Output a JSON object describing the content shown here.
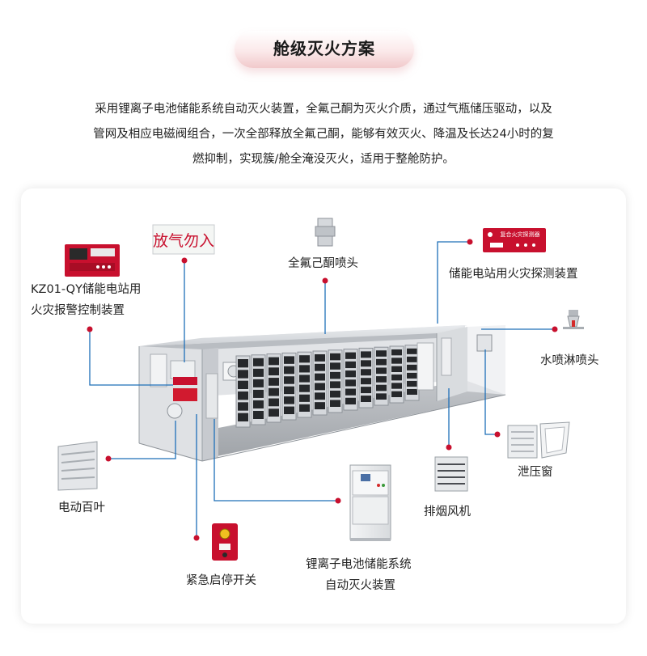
{
  "header": {
    "title": "舱级灭火方案"
  },
  "intro": {
    "lines": [
      "采用锂离子电池储能系统自动灭火装置，全氟己酮为灭火介质，通过气瓶储压驱动，以及",
      "管网及相应电磁阀组合，一次全部释放全氟己酮，能够有效灭火、降温及长达24小时的复",
      "燃抑制，实现簇/舱全淹没灭火，适用于整舱防护。"
    ]
  },
  "sign": {
    "text": "放气勿入"
  },
  "components": {
    "controller": {
      "line1": "KZ01-QY储能电站用",
      "line2": "火灾报警控制装置"
    },
    "nozzle": {
      "label": "全氟己酮喷头"
    },
    "detector": {
      "label": "储能电站用火灾探测装置",
      "device_text": "复合火灾探测器"
    },
    "sprinkler": {
      "label": "水喷淋喷头"
    },
    "vent": {
      "label": "泄压窗"
    },
    "exhaust_fan": {
      "label": "排烟风机"
    },
    "cabinet": {
      "line1": "锂离子电池储能系统",
      "line2": "自动灭火装置"
    },
    "estop": {
      "label": "紧急启停开关"
    },
    "louver": {
      "label": "电动百叶"
    }
  },
  "colors": {
    "accent": "#d0112b",
    "line": "#1e6fb8",
    "container": "#c9ccd0"
  }
}
